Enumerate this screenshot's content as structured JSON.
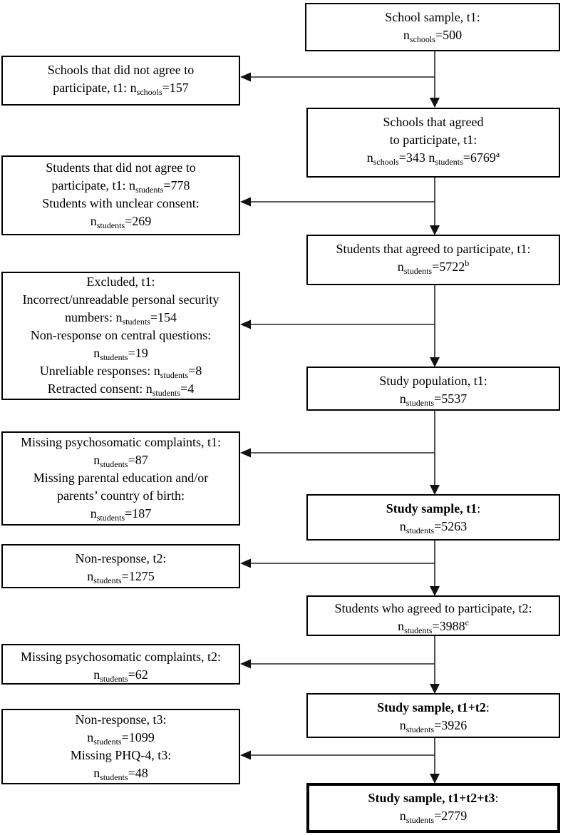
{
  "figure": {
    "type": "participant-flow-diagram",
    "background_color": "#ffffff",
    "line_color": "#222222",
    "border_color": "#000000"
  },
  "boxes": [
    {
      "id": "school-sample-t1",
      "column": "right",
      "emphasis": "normal",
      "lines": [
        [
          {
            "t": "School sample, t1:"
          }
        ],
        [
          {
            "t": "n"
          },
          {
            "sub": "schools"
          },
          {
            "t": "=500"
          }
        ]
      ]
    },
    {
      "id": "schools-did-not-agree-t1",
      "column": "left",
      "emphasis": "normal",
      "lines": [
        [
          {
            "t": "Schools that did not agree to"
          }
        ],
        [
          {
            "t": "participate, t1: n"
          },
          {
            "sub": "schools"
          },
          {
            "t": "=157"
          }
        ]
      ]
    },
    {
      "id": "schools-agreed-t1",
      "column": "right",
      "emphasis": "normal",
      "lines": [
        [
          {
            "t": "Schools that agreed"
          }
        ],
        [
          {
            "t": "to participate, t1:"
          }
        ],
        [
          {
            "t": "n"
          },
          {
            "sub": "schools"
          },
          {
            "t": "=343 n"
          },
          {
            "sub": "students"
          },
          {
            "t": "=6769"
          },
          {
            "sup": "a"
          }
        ]
      ]
    },
    {
      "id": "students-did-not-agree-t1",
      "column": "left",
      "emphasis": "normal",
      "lines": [
        [
          {
            "t": "Students that did not agree to"
          }
        ],
        [
          {
            "t": "participate, t1: n"
          },
          {
            "sub": "students"
          },
          {
            "t": "=778"
          }
        ],
        [
          {
            "t": "Students with unclear consent:"
          }
        ],
        [
          {
            "t": "n"
          },
          {
            "sub": "students"
          },
          {
            "t": "=269"
          }
        ]
      ]
    },
    {
      "id": "students-agreed-t1",
      "column": "right",
      "emphasis": "normal",
      "lines": [
        [
          {
            "t": "Students that agreed to participate, t1:"
          }
        ],
        [
          {
            "t": "n"
          },
          {
            "sub": "students"
          },
          {
            "t": "=5722"
          },
          {
            "sup": "b"
          }
        ]
      ]
    },
    {
      "id": "excluded-t1",
      "column": "left",
      "emphasis": "normal",
      "lines": [
        [
          {
            "t": "Excluded, t1:"
          }
        ],
        [
          {
            "t": "Incorrect/unreadable personal security"
          }
        ],
        [
          {
            "t": "numbers: n"
          },
          {
            "sub": "students"
          },
          {
            "t": "=154"
          }
        ],
        [
          {
            "t": "Non-response on central questions:"
          }
        ],
        [
          {
            "t": "n"
          },
          {
            "sub": "students"
          },
          {
            "t": "=19"
          }
        ],
        [
          {
            "t": "Unreliable responses: n"
          },
          {
            "sub": "students"
          },
          {
            "t": "=8"
          }
        ],
        [
          {
            "t": "Retracted consent: n"
          },
          {
            "sub": "students"
          },
          {
            "t": "=4"
          }
        ]
      ]
    },
    {
      "id": "study-population-t1",
      "column": "right",
      "emphasis": "normal",
      "lines": [
        [
          {
            "t": "Study population, t1:"
          }
        ],
        [
          {
            "t": "n"
          },
          {
            "sub": "students"
          },
          {
            "t": "=5537"
          }
        ]
      ]
    },
    {
      "id": "missing-data-t1",
      "column": "left",
      "emphasis": "normal",
      "lines": [
        [
          {
            "t": "Missing psychosomatic complaints, t1:"
          }
        ],
        [
          {
            "t": "n"
          },
          {
            "sub": "students"
          },
          {
            "t": "=87"
          }
        ],
        [
          {
            "t": "Missing parental education and/or"
          }
        ],
        [
          {
            "t": "parents’ country of birth:"
          }
        ],
        [
          {
            "t": "n"
          },
          {
            "sub": "students"
          },
          {
            "t": "=187"
          }
        ]
      ]
    },
    {
      "id": "study-sample-t1",
      "column": "right",
      "emphasis": "bold-title",
      "lines": [
        [
          {
            "b": "Study sample, t1"
          },
          {
            "t": ":"
          }
        ],
        [
          {
            "t": "n"
          },
          {
            "sub": "students"
          },
          {
            "t": "=5263"
          }
        ]
      ]
    },
    {
      "id": "non-response-t2",
      "column": "left",
      "emphasis": "normal",
      "lines": [
        [
          {
            "t": "Non-response, t2:"
          }
        ],
        [
          {
            "t": "n"
          },
          {
            "sub": "students"
          },
          {
            "t": "=1275"
          }
        ]
      ]
    },
    {
      "id": "students-agreed-t2",
      "column": "right",
      "emphasis": "normal",
      "lines": [
        [
          {
            "t": "Students who agreed to participate, t2:"
          }
        ],
        [
          {
            "t": "n"
          },
          {
            "sub": "students"
          },
          {
            "t": "=3988"
          },
          {
            "sup": "c"
          }
        ]
      ]
    },
    {
      "id": "missing-data-t2",
      "column": "left",
      "emphasis": "normal",
      "lines": [
        [
          {
            "t": "Missing psychosomatic complaints, t2:"
          }
        ],
        [
          {
            "t": "n"
          },
          {
            "sub": "students"
          },
          {
            "t": "=62"
          }
        ]
      ]
    },
    {
      "id": "study-sample-t1-t2",
      "column": "right",
      "emphasis": "bold-title",
      "lines": [
        [
          {
            "b": "Study sample, t1+t2"
          },
          {
            "t": ":"
          }
        ],
        [
          {
            "t": "n"
          },
          {
            "sub": "students"
          },
          {
            "t": "=3926"
          }
        ]
      ]
    },
    {
      "id": "non-response-t3",
      "column": "left",
      "emphasis": "normal",
      "lines": [
        [
          {
            "t": "Non-response, t3:"
          }
        ],
        [
          {
            "t": "n"
          },
          {
            "sub": "students"
          },
          {
            "t": "=1099"
          }
        ],
        [
          {
            "t": "Missing PHQ-4, t3:"
          }
        ],
        [
          {
            "t": "n"
          },
          {
            "sub": "students"
          },
          {
            "t": "=48"
          }
        ]
      ]
    },
    {
      "id": "study-sample-t1-t2-t3",
      "column": "right",
      "emphasis": "bold-title-thick-border",
      "lines": [
        [
          {
            "b": "Study sample, t1+t2+t3"
          },
          {
            "t": ":"
          }
        ],
        [
          {
            "t": "n"
          },
          {
            "sub": "students"
          },
          {
            "t": "=2779"
          }
        ]
      ]
    }
  ]
}
